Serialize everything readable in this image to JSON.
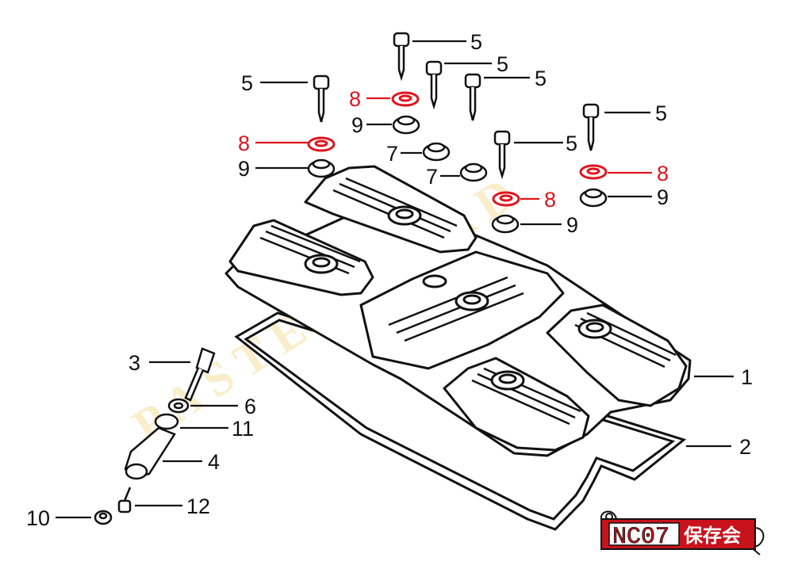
{
  "watermark": "PASTEL ROAD",
  "badge": {
    "code": "NC07",
    "kanji": "保存会",
    "bg": "#c8121c",
    "fg": "#ffffff"
  },
  "colors": {
    "line": "#111111",
    "highlight": "#e0141e",
    "watermark": "#f5d890"
  },
  "labels": [
    {
      "id": "l5a",
      "text": "5",
      "color": "black"
    },
    {
      "id": "l5b",
      "text": "5",
      "color": "black"
    },
    {
      "id": "l5c",
      "text": "5",
      "color": "black"
    },
    {
      "id": "l5d",
      "text": "5",
      "color": "black"
    },
    {
      "id": "l5e",
      "text": "5",
      "color": "black"
    },
    {
      "id": "l5f",
      "text": "5",
      "color": "black"
    },
    {
      "id": "l8a",
      "text": "8",
      "color": "red"
    },
    {
      "id": "l9a",
      "text": "9",
      "color": "black"
    },
    {
      "id": "l8b",
      "text": "8",
      "color": "red"
    },
    {
      "id": "l9b",
      "text": "9",
      "color": "black"
    },
    {
      "id": "l7a",
      "text": "7",
      "color": "black"
    },
    {
      "id": "l7b",
      "text": "7",
      "color": "black"
    },
    {
      "id": "l8c",
      "text": "8",
      "color": "red"
    },
    {
      "id": "l9c",
      "text": "9",
      "color": "black"
    },
    {
      "id": "l8d",
      "text": "8",
      "color": "red"
    },
    {
      "id": "l9d",
      "text": "9",
      "color": "black"
    },
    {
      "id": "l1",
      "text": "1",
      "color": "black"
    },
    {
      "id": "l2",
      "text": "2",
      "color": "black"
    },
    {
      "id": "l3",
      "text": "3",
      "color": "black"
    },
    {
      "id": "l6",
      "text": "6",
      "color": "black"
    },
    {
      "id": "l11",
      "text": "11",
      "color": "black"
    },
    {
      "id": "l4",
      "text": "4",
      "color": "black"
    },
    {
      "id": "l10",
      "text": "10",
      "color": "black"
    },
    {
      "id": "l12",
      "text": "12",
      "color": "black"
    }
  ]
}
